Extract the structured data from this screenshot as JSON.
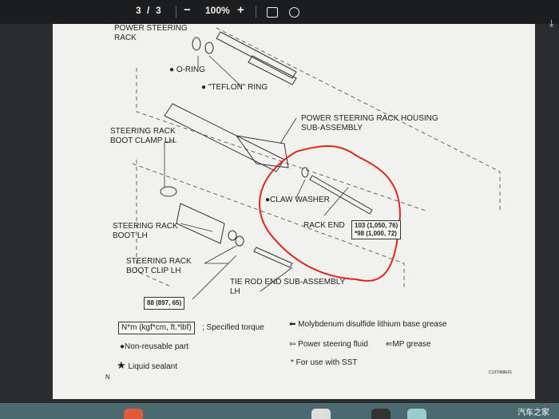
{
  "toolbar": {
    "page_current": "3",
    "page_sep": "/",
    "page_total": "3",
    "zoom_out": "−",
    "zoom_level": "100%",
    "zoom_in": "+",
    "fit_icon": "fit-page-icon",
    "rotate_icon": "rotate-icon",
    "download_icon": "download-icon"
  },
  "diagram": {
    "labels": {
      "power_steering_rack_1": "POWER STEERING",
      "power_steering_rack_2": "RACK",
      "o_ring": "O-RING",
      "teflon_ring": "\"TEFLON\"  RING",
      "housing_1": "POWER STEERING RACK HOUSING",
      "housing_2": "SUB-ASSEMBLY",
      "boot_clamp_1": "STEERING RACK",
      "boot_clamp_2": "BOOT CLAMP LH",
      "claw_washer": "CLAW WASHER",
      "rack_end": "RACK END",
      "torque_1": "103 (1,050, 76)",
      "torque_2": "*98 (1,000, 72)",
      "boot_1": "STEERING RACK",
      "boot_2": "BOOT LH",
      "boot_clip_1": "STEERING RACK",
      "boot_clip_2": "BOOT CLIP LH",
      "tie_rod_1": "TIE ROD END SUB-ASSEMBLY",
      "tie_rod_2": "LH",
      "torque_tie_rod": "88 (897, 65)"
    },
    "legend": {
      "torque_unit": "N*m (kgf*cm, ft.*lbf)",
      "torque_desc": "; Specified torque",
      "moly": "Molybdenum disulfide lithium base grease",
      "non_reusable": "Non-reusable part",
      "ps_fluid": "Power steering fluid",
      "mp_grease": "MP grease",
      "liquid_sealant": "Liquid sealant",
      "sst": "* For use with SST",
      "corner_n": "N",
      "code": "C137968E01"
    },
    "annotation_color": "#e0261c"
  },
  "watermark": "汽车之家"
}
